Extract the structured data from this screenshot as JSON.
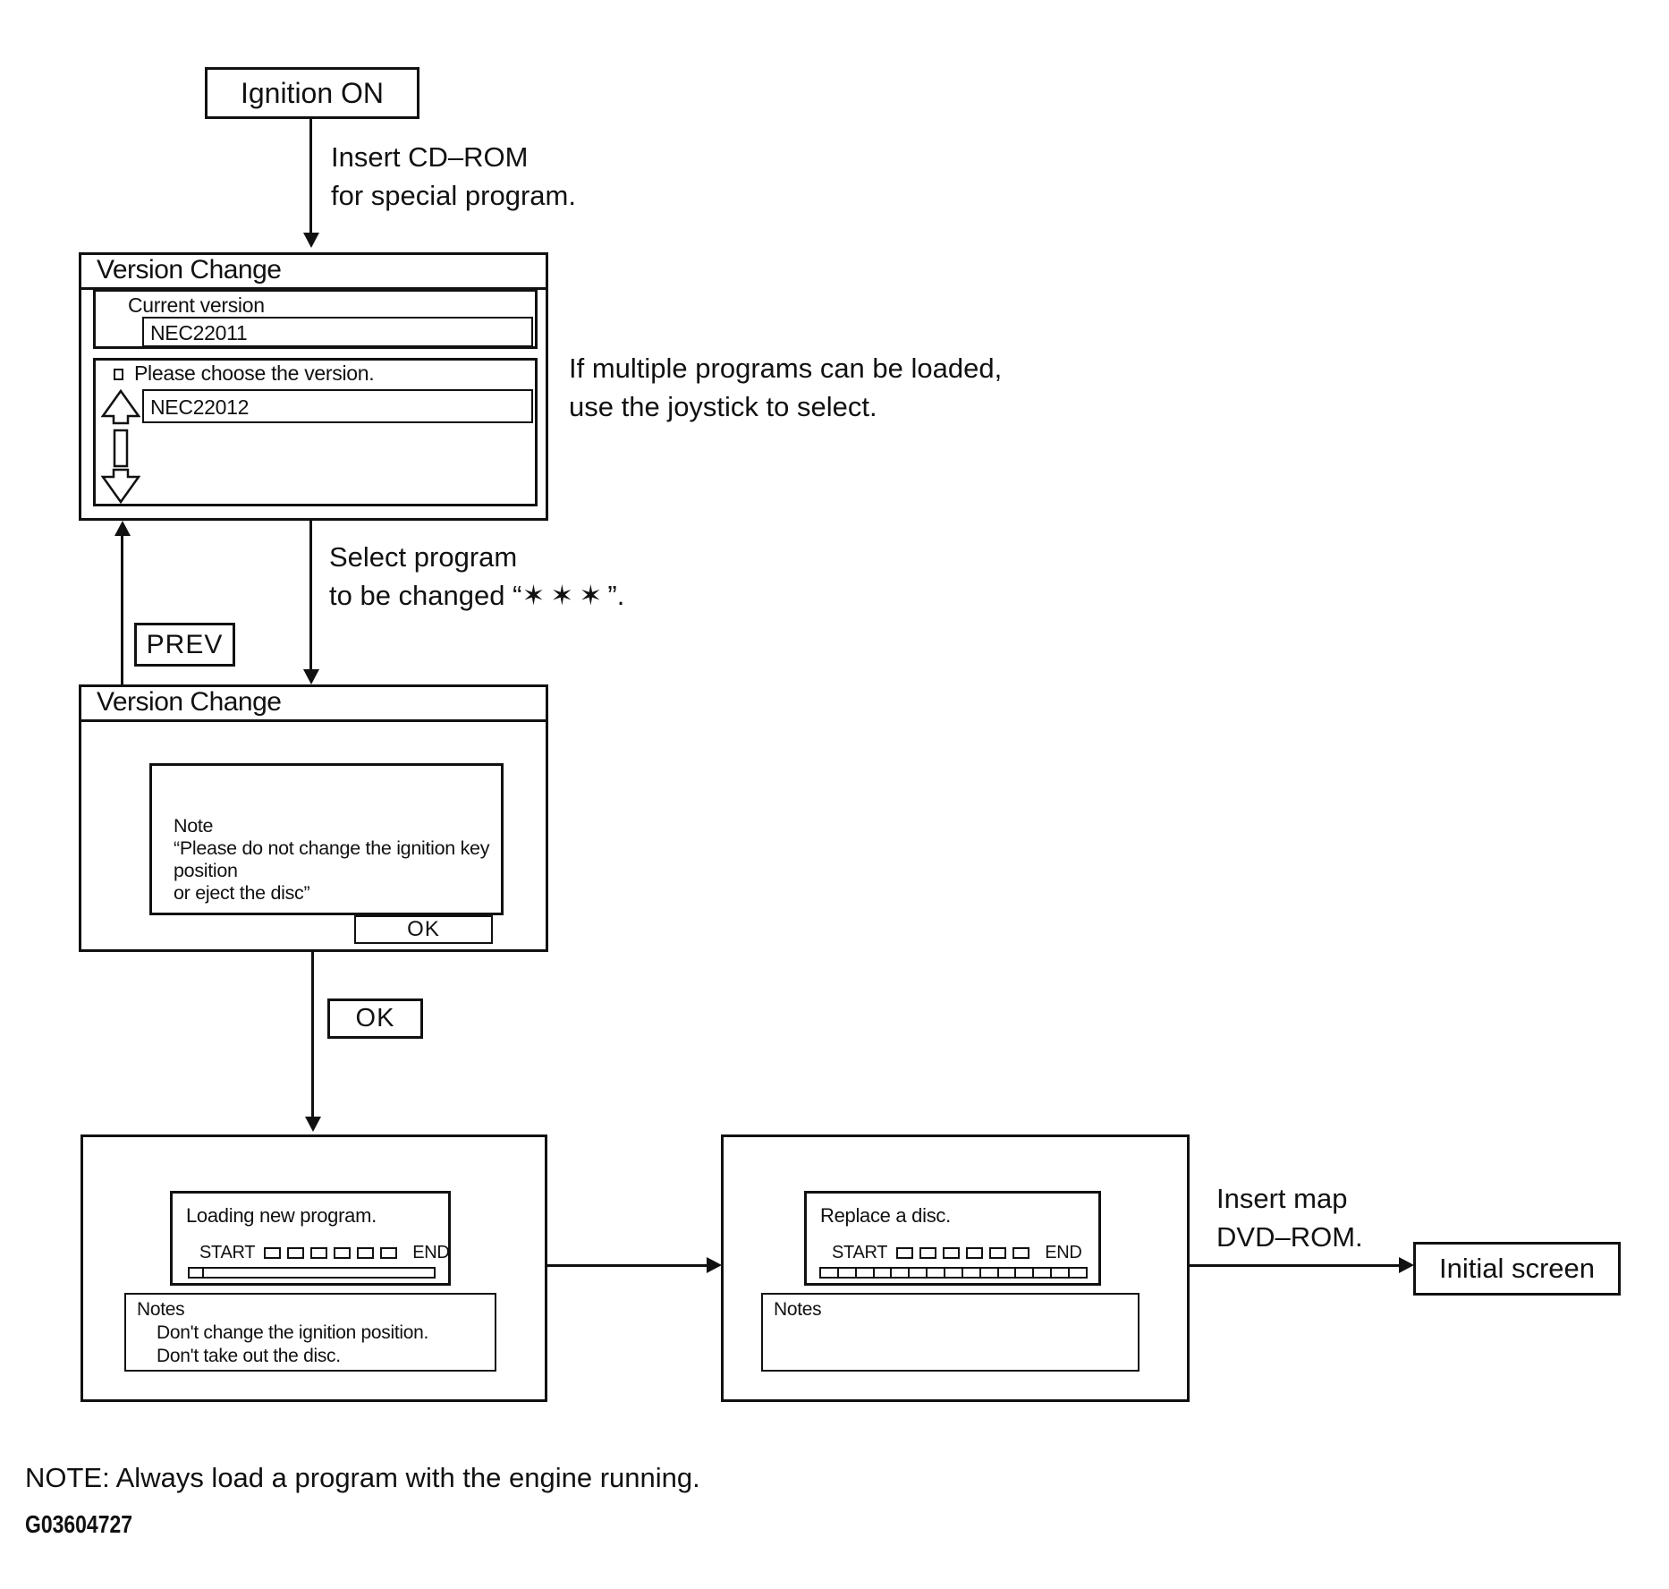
{
  "flow": {
    "ignition_label": "Ignition ON",
    "insert_cd_line1": "Insert CD–ROM",
    "insert_cd_line2": "for special program.",
    "joystick_line1": "If multiple programs can be loaded,",
    "joystick_line2": "use the joystick to select.",
    "select_line1": "Select program",
    "select_line2_prefix": "to be changed “",
    "select_line2_stars": "✶✶✶",
    "select_line2_suffix": "”.",
    "prev_label": "PREV",
    "ok_label": "OK",
    "insert_map_line1": "Insert map",
    "insert_map_line2": "DVD–ROM.",
    "initial_label": "Initial screen",
    "bottom_note": "NOTE: Always load a program with the engine running.",
    "figure_id": "G03604727"
  },
  "screen_version_select": {
    "title": "Version Change",
    "current_label": "Current version",
    "current_value": "NEC22011",
    "prompt": "Please choose the version.",
    "selected_value": "NEC22012"
  },
  "screen_version_confirm": {
    "title": "Version Change",
    "note_title": "Note",
    "note_line1": "“Please do not change the ignition key position",
    "note_line2": "or eject the disc”",
    "ok_button": "OK"
  },
  "screen_loading": {
    "message": "Loading new program.",
    "start_label": "START",
    "end_label": "END",
    "meter_boxes": 6,
    "bar_cells": 1,
    "notes_title": "Notes",
    "note_line1": "Don't change the ignition position.",
    "note_line2": "Don't take out the disc."
  },
  "screen_replace": {
    "message": "Replace a disc.",
    "start_label": "START",
    "end_label": "END",
    "meter_boxes": 6,
    "bar_cells": 15,
    "notes_title": "Notes"
  }
}
